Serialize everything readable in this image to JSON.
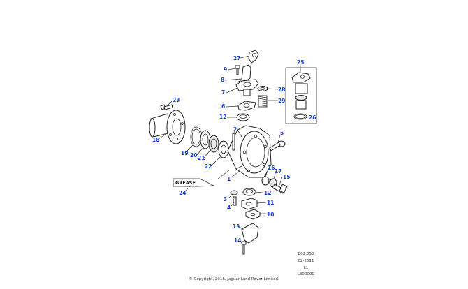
{
  "diagram": {
    "callouts": [
      "27",
      "9",
      "8",
      "7",
      "6",
      "12",
      "2",
      "5",
      "23",
      "18",
      "19",
      "20",
      "21",
      "22",
      "1",
      "16",
      "17",
      "15",
      "12",
      "24",
      "3",
      "4",
      "11",
      "10",
      "13",
      "14",
      "25",
      "28",
      "29",
      "26"
    ],
    "grease_label": "GREASE"
  },
  "footer": {
    "ref_code": "B02.050",
    "date": "02-2011",
    "level": "L1",
    "illustration_id": "LE0009C",
    "copyright": "© Copyright, 2016, Jaguar Land Rover Limited."
  }
}
